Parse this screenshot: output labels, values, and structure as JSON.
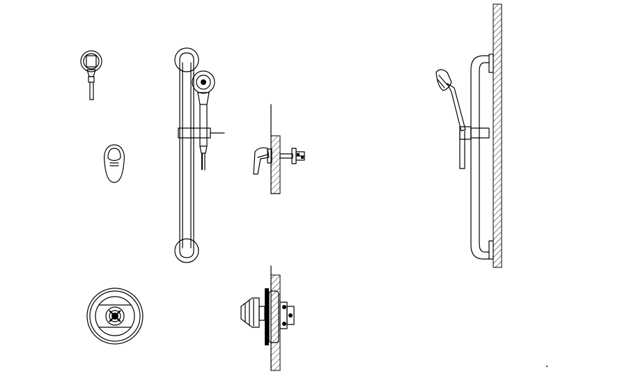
{
  "drawing": {
    "background": "#ffffff",
    "line_color": "#000000",
    "components": [
      {
        "name": "hand-shower-front-view"
      },
      {
        "name": "lever-handle-front-view"
      },
      {
        "name": "trim-plate-front-view"
      },
      {
        "name": "slide-bar-with-hand-shower-front-view"
      },
      {
        "name": "diverter-valve-side-section"
      },
      {
        "name": "pressure-balance-valve-side-section"
      },
      {
        "name": "slide-bar-side-view"
      }
    ]
  }
}
